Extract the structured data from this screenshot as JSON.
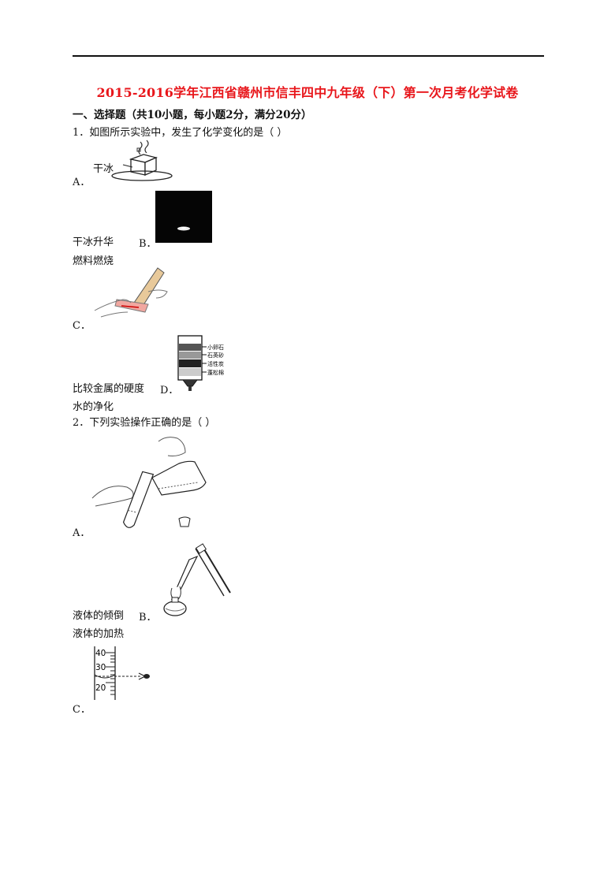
{
  "title": "2015-2016学年江西省赣州市信丰四中九年级（下）第一次月考化学试卷",
  "section1": "一、选择题（共10小题，每小题2分，满分20分）",
  "q1": {
    "stem": "1．如图所示实验中，发生了化学变化的是（      ）",
    "dry_ice_label": "干冰",
    "opt_a": "A．",
    "caption_a": "干冰升华",
    "opt_b": "B．",
    "caption_b": "燃料燃烧",
    "opt_c": "C．",
    "caption_c": "比较金属的硬度",
    "opt_d": "D．",
    "caption_d": "水的净化",
    "filter_layers": [
      "小卵石",
      "石英砂",
      "活性炭",
      "蓬松棉"
    ]
  },
  "q2": {
    "stem": "2．下列实验操作正确的是（      ）",
    "opt_a": "A．",
    "caption_a": "液体的倾倒",
    "opt_b": "B．",
    "caption_b": "液体的加热",
    "opt_c": "C．",
    "cyl_ticks": [
      "40",
      "30",
      "20"
    ]
  }
}
